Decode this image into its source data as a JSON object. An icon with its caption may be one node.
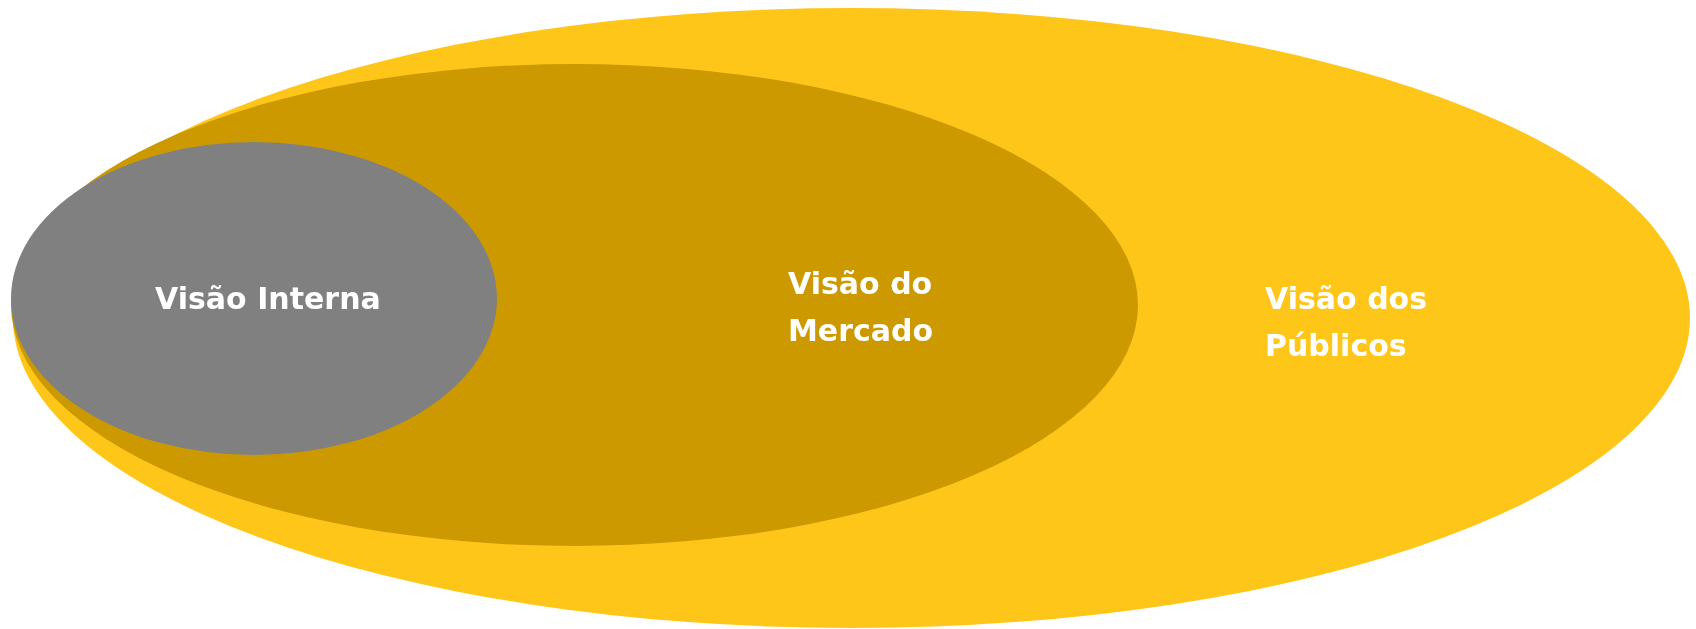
{
  "diagram": {
    "nodes": [
      {
        "text": [
          "Visão dos Públicos"
        ]
      },
      {
        "text": [
          "Visão do Mercado"
        ],
        "in": 0
      },
      {
        "text": [
          "Visão Interna"
        ],
        "in": 1
      }
    ]
  }
}
